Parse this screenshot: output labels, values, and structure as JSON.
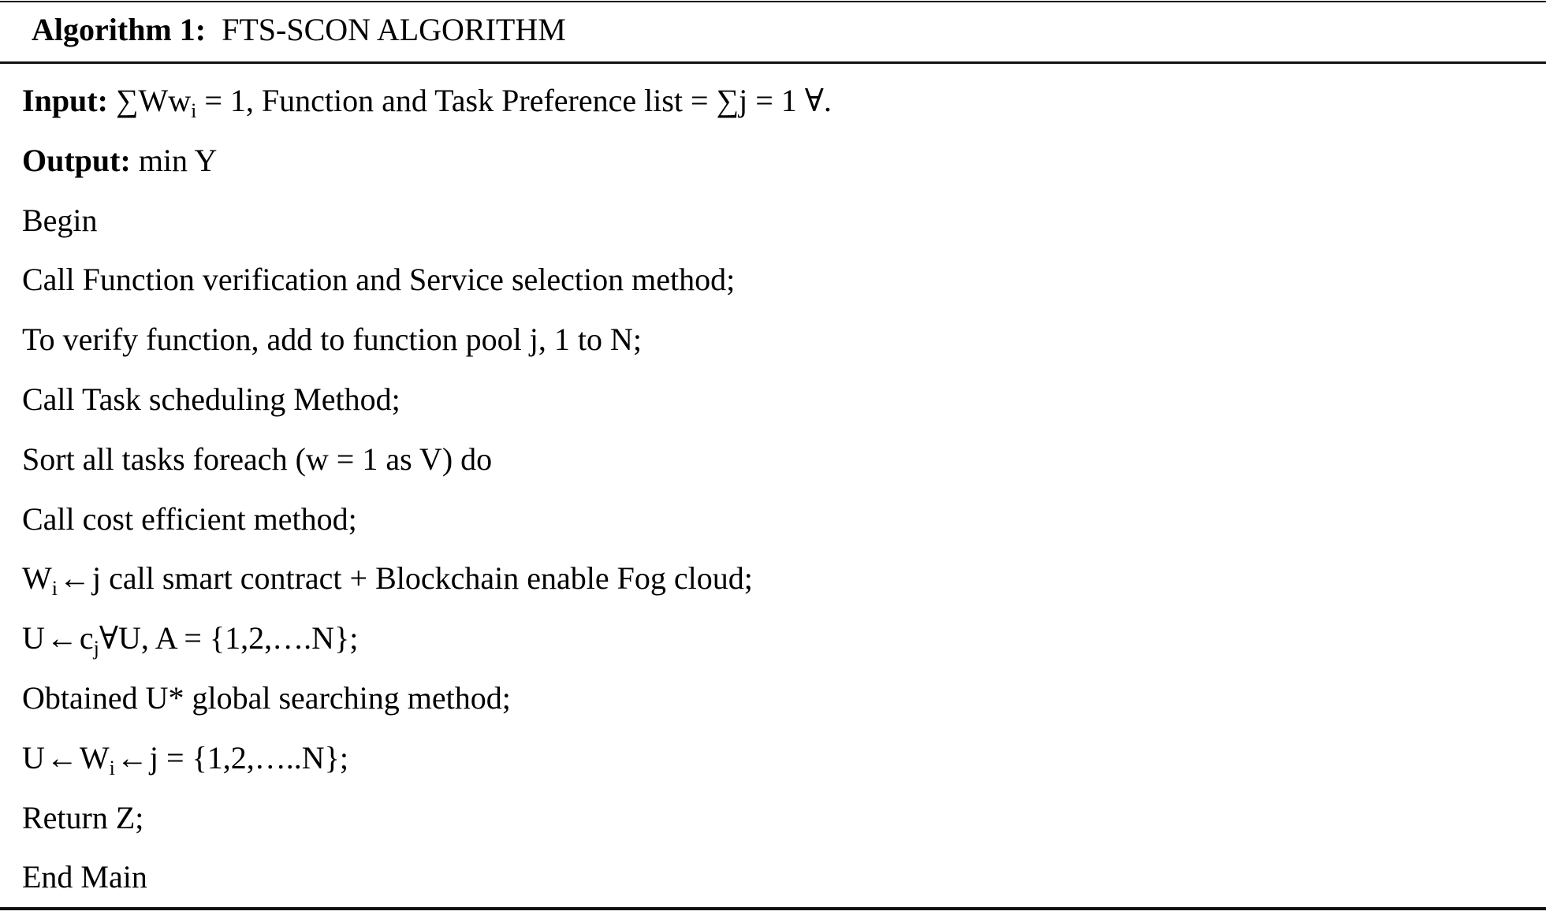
{
  "algorithm": {
    "label": "Algorithm 1:",
    "name": "FTS-SCON ALGORITHM"
  },
  "input": {
    "label": "Input:",
    "sum": "∑",
    "W": "Ww",
    "sub_i": "i",
    "rest": " = 1, Function and Task Preference list = ∑j = 1 ∀."
  },
  "output": {
    "label": "Output:",
    "value": " min Y"
  },
  "steps": [
    "Begin",
    "Call Function verification and Service selection method;",
    "To verify function, add to function pool j, 1 to N;",
    "Call Task scheduling Method;",
    "Sort all tasks foreach (w = 1 as V) do",
    "Call cost efficient method;"
  ],
  "step_wi": {
    "W": "W",
    "sub_i": "i",
    "arrow": "←",
    "rest": "j call smart contract + Blockchain enable Fog cloud;"
  },
  "step_uc": {
    "U": "U",
    "arrow": "←",
    "c": "c",
    "sub_j": "j",
    "rest": "∀U, A = {1,2,….N};"
  },
  "step_obtained": "Obtained U* global searching method;",
  "step_uwj": {
    "U": "U",
    "arrow1": "←",
    "W": "W",
    "sub_i": "i",
    "arrow2": "←",
    "rest": "j = {1,2,…..N};"
  },
  "step_return": "Return Z;",
  "step_end": "End Main"
}
